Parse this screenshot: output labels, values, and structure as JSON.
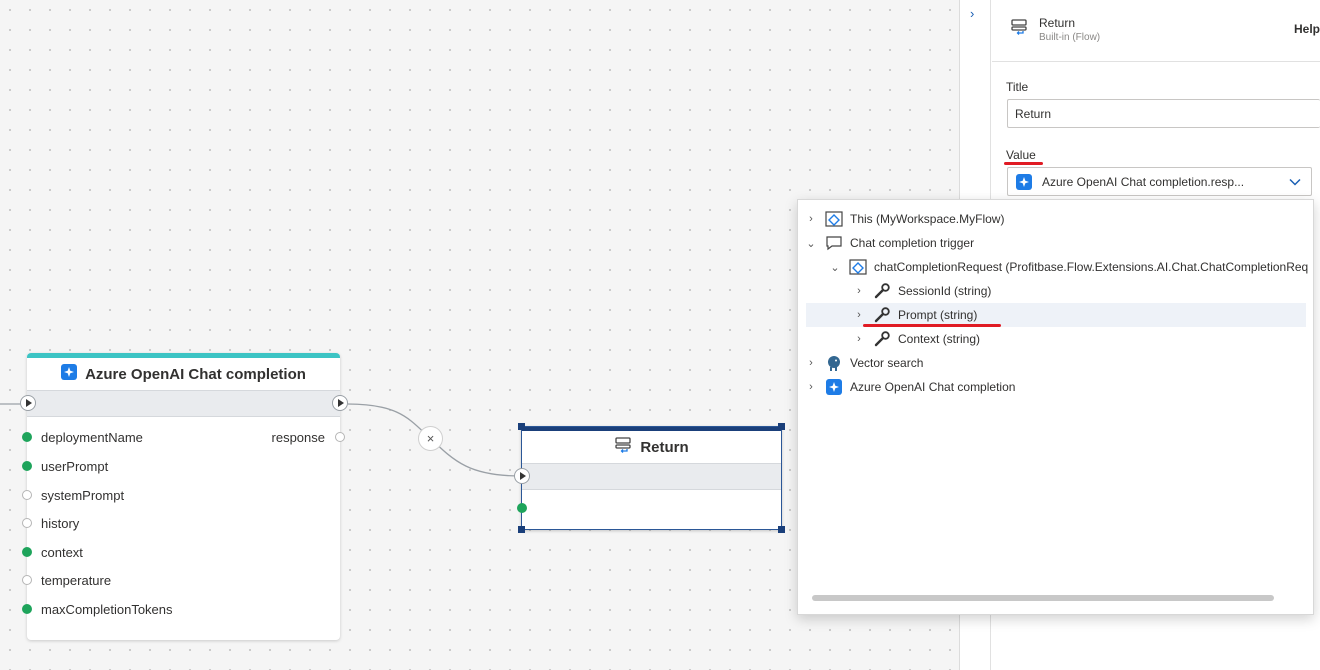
{
  "ai_node": {
    "title": "Azure OpenAI Chat completion",
    "inputs": [
      {
        "name": "deploymentName",
        "connected": true
      },
      {
        "name": "userPrompt",
        "connected": true
      },
      {
        "name": "systemPrompt",
        "connected": false
      },
      {
        "name": "history",
        "connected": false
      },
      {
        "name": "context",
        "connected": true
      },
      {
        "name": "temperature",
        "connected": false
      },
      {
        "name": "maxCompletionTokens",
        "connected": true
      }
    ],
    "output": "response",
    "accent_color": "#3cc4c4"
  },
  "connector": {
    "remove_glyph": "×"
  },
  "return_node": {
    "title": "Return",
    "accent_color": "#1a3f7a"
  },
  "panel": {
    "collapse_glyph": "›",
    "header": {
      "title": "Return",
      "subtitle": "Built-in (Flow)",
      "help": "Help"
    },
    "title_label": "Title",
    "title_value": "Return",
    "value_label": "Value",
    "value_selected": "Azure OpenAI Chat completion.resp..."
  },
  "dropdown": {
    "items": [
      {
        "label": "This (MyWorkspace.MyFlow)",
        "icon": "class-icon",
        "expanded": false
      },
      {
        "label": "Chat completion trigger",
        "icon": "chat-bubble-icon",
        "expanded": true
      },
      {
        "label": "chatCompletionRequest (Profitbase.Flow.Extensions.AI.Chat.ChatCompletionReq",
        "icon": "class-icon",
        "expanded": true
      },
      {
        "label": "SessionId (string)",
        "icon": "wrench-icon",
        "expanded": false
      },
      {
        "label": "Prompt (string)",
        "icon": "wrench-icon",
        "expanded": false,
        "selected": true
      },
      {
        "label": "Context (string)",
        "icon": "wrench-icon",
        "expanded": false
      },
      {
        "label": "Vector search",
        "icon": "postgres-elephant-icon",
        "expanded": false
      },
      {
        "label": "Azure OpenAI Chat completion",
        "icon": "ai-sparkle-icon",
        "expanded": false
      }
    ]
  },
  "colors": {
    "connected_pin": "#1ea45b",
    "highlight_red": "#e01b24",
    "ai_blue": "#1e7ce6"
  }
}
